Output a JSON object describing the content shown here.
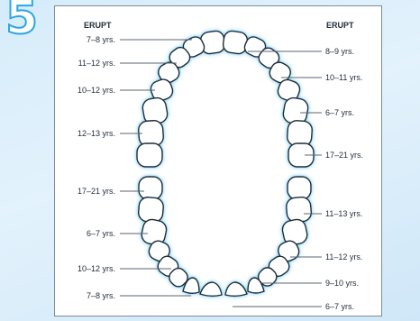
{
  "step_number": "5",
  "headers": {
    "left": "ERUPT",
    "right": "ERUPT"
  },
  "colors": {
    "accent": "#2aa7e2",
    "outline": "#1e2b36",
    "glow": "#5cc4f3",
    "leader": "#5a6470"
  },
  "left_labels": [
    "7–8 yrs.",
    "11–12 yrs.",
    "10–12 yrs.",
    "12–13 yrs.",
    "17–21 yrs.",
    "6–7 yrs.",
    "10–12 yrs.",
    "7–8 yrs."
  ],
  "right_labels": [
    "8–9 yrs.",
    "10–11 yrs.",
    "6–7 yrs.",
    "17–21 yrs.",
    "11–13 yrs.",
    "11–12 yrs.",
    "9–10 yrs.",
    "6–7 yrs."
  ]
}
